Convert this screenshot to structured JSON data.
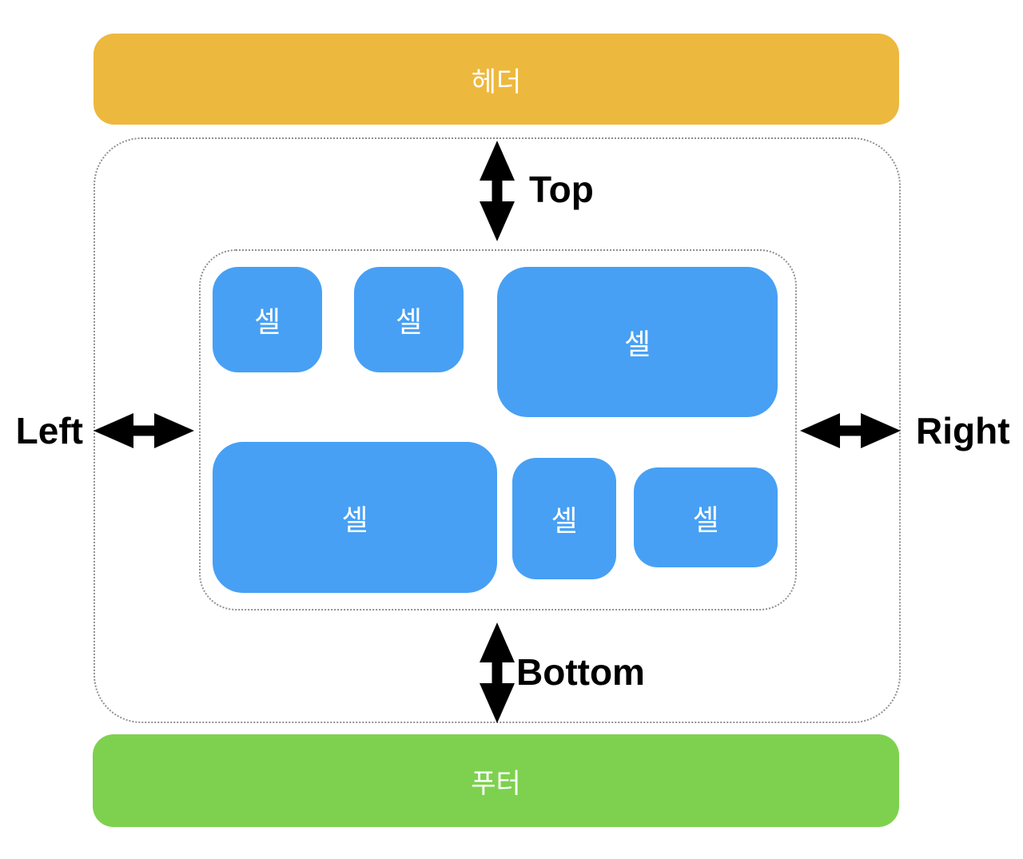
{
  "diagram": {
    "header": {
      "label": "헤더"
    },
    "footer": {
      "label": "푸터"
    },
    "insets": {
      "top_label": "Top",
      "bottom_label": "Bottom",
      "left_label": "Left",
      "right_label": "Right"
    },
    "cells": [
      {
        "label": "셀"
      },
      {
        "label": "셀"
      },
      {
        "label": "셀"
      },
      {
        "label": "셀"
      },
      {
        "label": "셀"
      },
      {
        "label": "셀"
      }
    ],
    "colors": {
      "header_bg": "#EDB83E",
      "footer_bg": "#7ED14F",
      "cell_bg": "#47A0F4",
      "dotted_border": "#8F8F8F",
      "inset_label_text": "#000000",
      "bar_and_cell_text": "#FFFFFF"
    }
  }
}
